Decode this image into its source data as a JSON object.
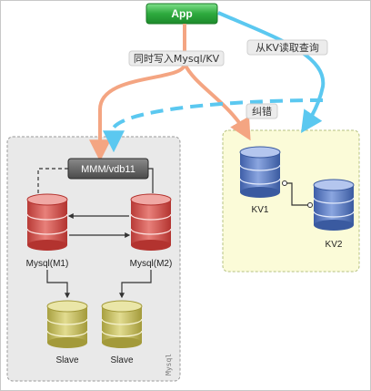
{
  "app": {
    "label": "App"
  },
  "edges": {
    "write_label": "同时写入Mysql/KV",
    "read_label": "从KV读取查询",
    "fix_label": "纠错"
  },
  "mysql_group": {
    "label": "Mysql",
    "proxy_label": "MMM/vdb11",
    "m1_label": "Mysql(M1)",
    "m2_label": "Mysql(M2)",
    "slave1_label": "Slave",
    "slave2_label": "Slave"
  },
  "kv_group": {
    "kv1_label": "KV1",
    "kv2_label": "KV2"
  },
  "colors": {
    "write_arrow": "#f4a582",
    "read_arrow": "#5bc8f0",
    "app_node": "#2eaa3e",
    "mysql_db": "#d9534f",
    "kv_db": "#5b7fc4",
    "slave_db": "#c8c060",
    "kv_panel": "#fbfbd8"
  }
}
